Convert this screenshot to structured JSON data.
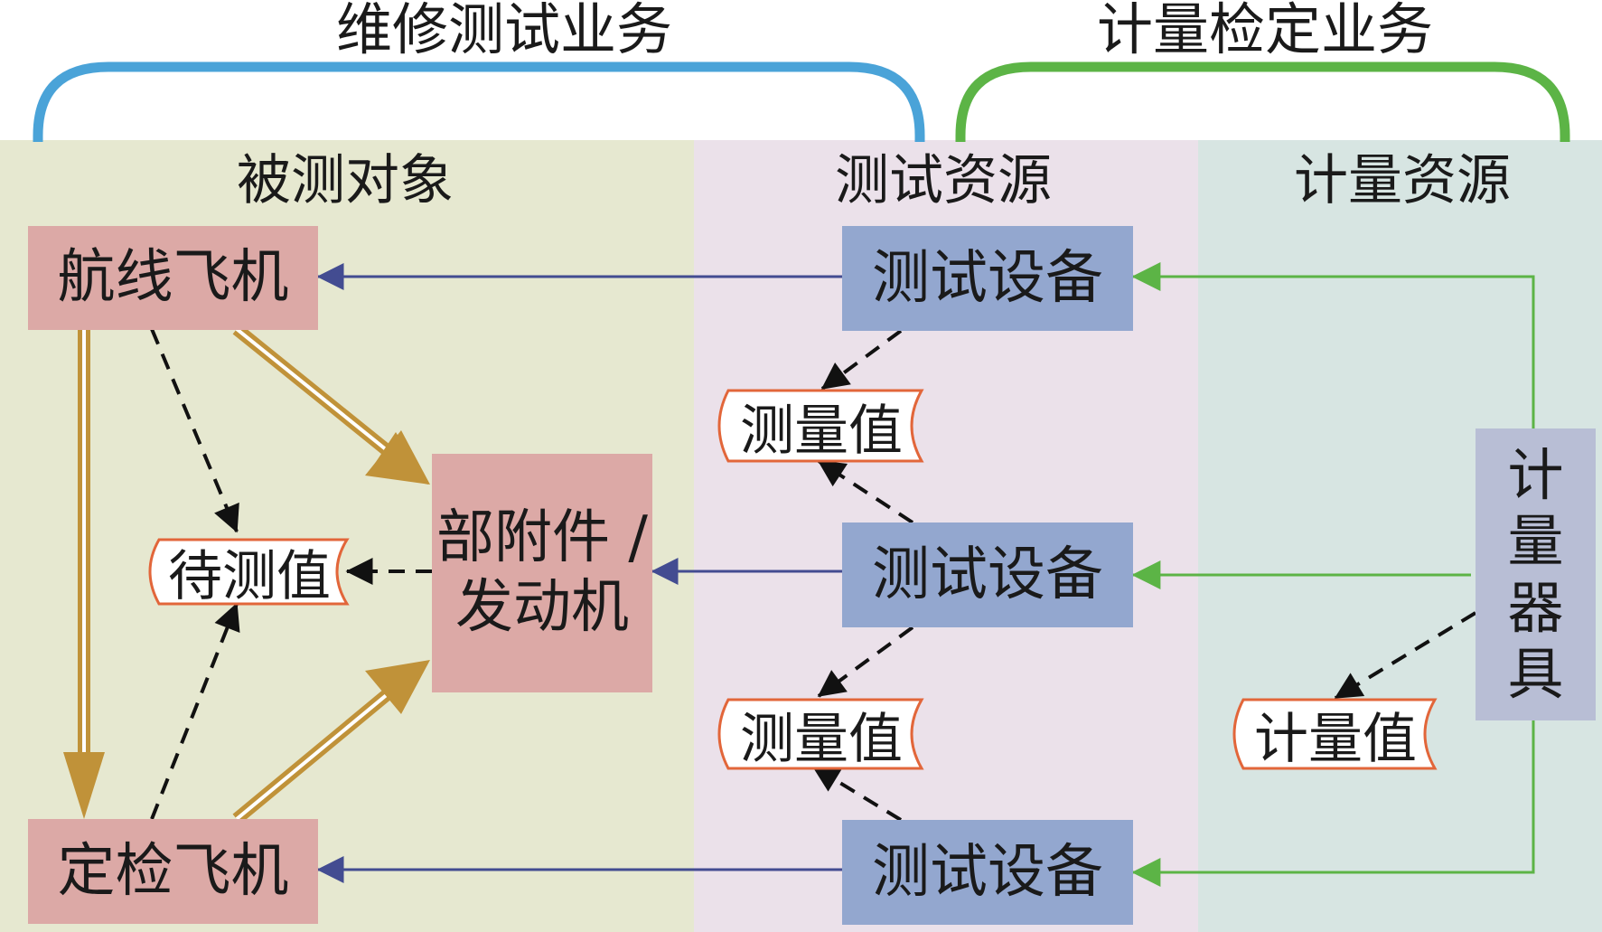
{
  "groups": {
    "repair": "维修测试业务",
    "metrology": "计量检定业务"
  },
  "zones": {
    "tested_objects": "被测对象",
    "test_resources": "测试资源",
    "metrology_resources": "计量资源"
  },
  "objects": {
    "line_aircraft": "航线飞机",
    "inspection_aircraft": "定检飞机",
    "components_line1": "部附件 /",
    "components_line2": "发动机"
  },
  "devices": {
    "device_1": "测试设备",
    "device_2": "测试设备",
    "device_3": "测试设备"
  },
  "values": {
    "to_be_measured": "待测值",
    "measured_1": "测量值",
    "measured_2": "测量值",
    "metrology_value": "计量值"
  },
  "instrument": {
    "chars": [
      "计",
      "量",
      "器",
      "具"
    ]
  },
  "colors": {
    "repair_brace": "#4aa3d8",
    "metrology_brace": "#5cb446",
    "zone_objects": "#e6e8d0",
    "zone_test": "#ebe1ea",
    "zone_metrology": "#d7e5e2",
    "object_box": "#dca9a6",
    "device_box": "#93a7cf",
    "instrument_box": "#b8bed5",
    "test_arrow": "#434c91",
    "calibration_arrow": "#5cb446",
    "flow_arrow": "#c09239",
    "dashed_arrow": "#111111",
    "value_border": "#e2663a"
  }
}
